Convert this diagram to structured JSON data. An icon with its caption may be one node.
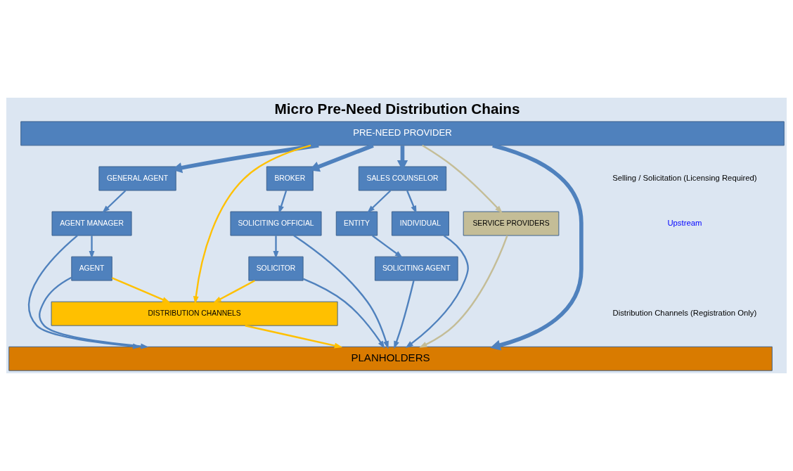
{
  "diagram": {
    "title": "Micro Pre-Need Distribution Chains",
    "nodes": [
      {
        "text": [
          "PRE-NEED PROVIDER"
        ]
      },
      {
        "text": [
          "SALES COUNSELOR"
        ]
      },
      {
        "text": [
          "GENERAL AGENT"
        ]
      },
      {
        "text": [
          "BROKER"
        ]
      },
      {
        "text": [
          "INDIVIDUAL"
        ]
      },
      {
        "text": [
          "ENTITY"
        ]
      },
      {
        "text": [
          "AGENT MANAGER"
        ]
      },
      {
        "text": [
          "SOLICITING OFFICIAL"
        ]
      },
      {
        "text": [
          "SOLICITING AGENT"
        ]
      },
      {
        "text": [
          "AGENT"
        ]
      },
      {
        "text": [
          "SOLICITOR"
        ]
      },
      {
        "text": [
          "DISTRIBUTION CHANNELS"
        ]
      },
      {
        "text": [
          "SERVICE PROVIDERS"
        ]
      },
      {
        "text": [
          "PLANHOLDERS"
        ]
      }
    ],
    "edges": [
      {
        "from": 0,
        "to": 13,
        "arrow": "to",
        "style": "thick"
      },
      {
        "from": 0,
        "to": 1,
        "arrow": "to",
        "style": "thick"
      },
      {
        "from": 0,
        "to": 2,
        "arrow": "to",
        "style": "thick"
      },
      {
        "from": 0,
        "to": 3,
        "arrow": "to",
        "style": "thick"
      },
      {
        "from": 1,
        "to": 4,
        "arrow": "to"
      },
      {
        "from": 1,
        "to": 5,
        "arrow": "to"
      },
      {
        "from": 2,
        "to": 6,
        "arrow": "to"
      },
      {
        "from": 3,
        "to": 7,
        "arrow": "to"
      },
      {
        "from": 5,
        "to": 8,
        "arrow": "to"
      },
      {
        "from": 6,
        "to": 9,
        "arrow": "to"
      },
      {
        "from": 7,
        "to": 10,
        "arrow": "to"
      },
      {
        "from": 9,
        "to": 11,
        "arrow": "to",
        "color": "#ffc000"
      },
      {
        "from": 10,
        "to": 11,
        "arrow": "to",
        "color": "#ffc000"
      },
      {
        "from": 0,
        "to": 11,
        "arrow": "to",
        "color": "#ffc000"
      },
      {
        "from": 0,
        "to": 12,
        "arrow": "to",
        "color": "#c4bd97"
      },
      {
        "from": 4,
        "to": 13,
        "arrow": "to"
      },
      {
        "from": 8,
        "to": 13,
        "arrow": "to"
      },
      {
        "from": 6,
        "to": 13,
        "arrow": "to"
      },
      {
        "from": 9,
        "to": 13,
        "arrow": "to"
      },
      {
        "from": 7,
        "to": 13,
        "arrow": "to"
      },
      {
        "from": 10,
        "to": 13,
        "arrow": "to"
      },
      {
        "from": 11,
        "to": 13,
        "arrow": "to",
        "color": "#ffc000"
      },
      {
        "from": 12,
        "to": 13,
        "arrow": "to",
        "color": "#c4bd97"
      }
    ],
    "labels": [
      "Selling / Solicitation (Licensing Required)",
      "Upstream",
      "Distribution Channels (Registration Only)"
    ]
  }
}
